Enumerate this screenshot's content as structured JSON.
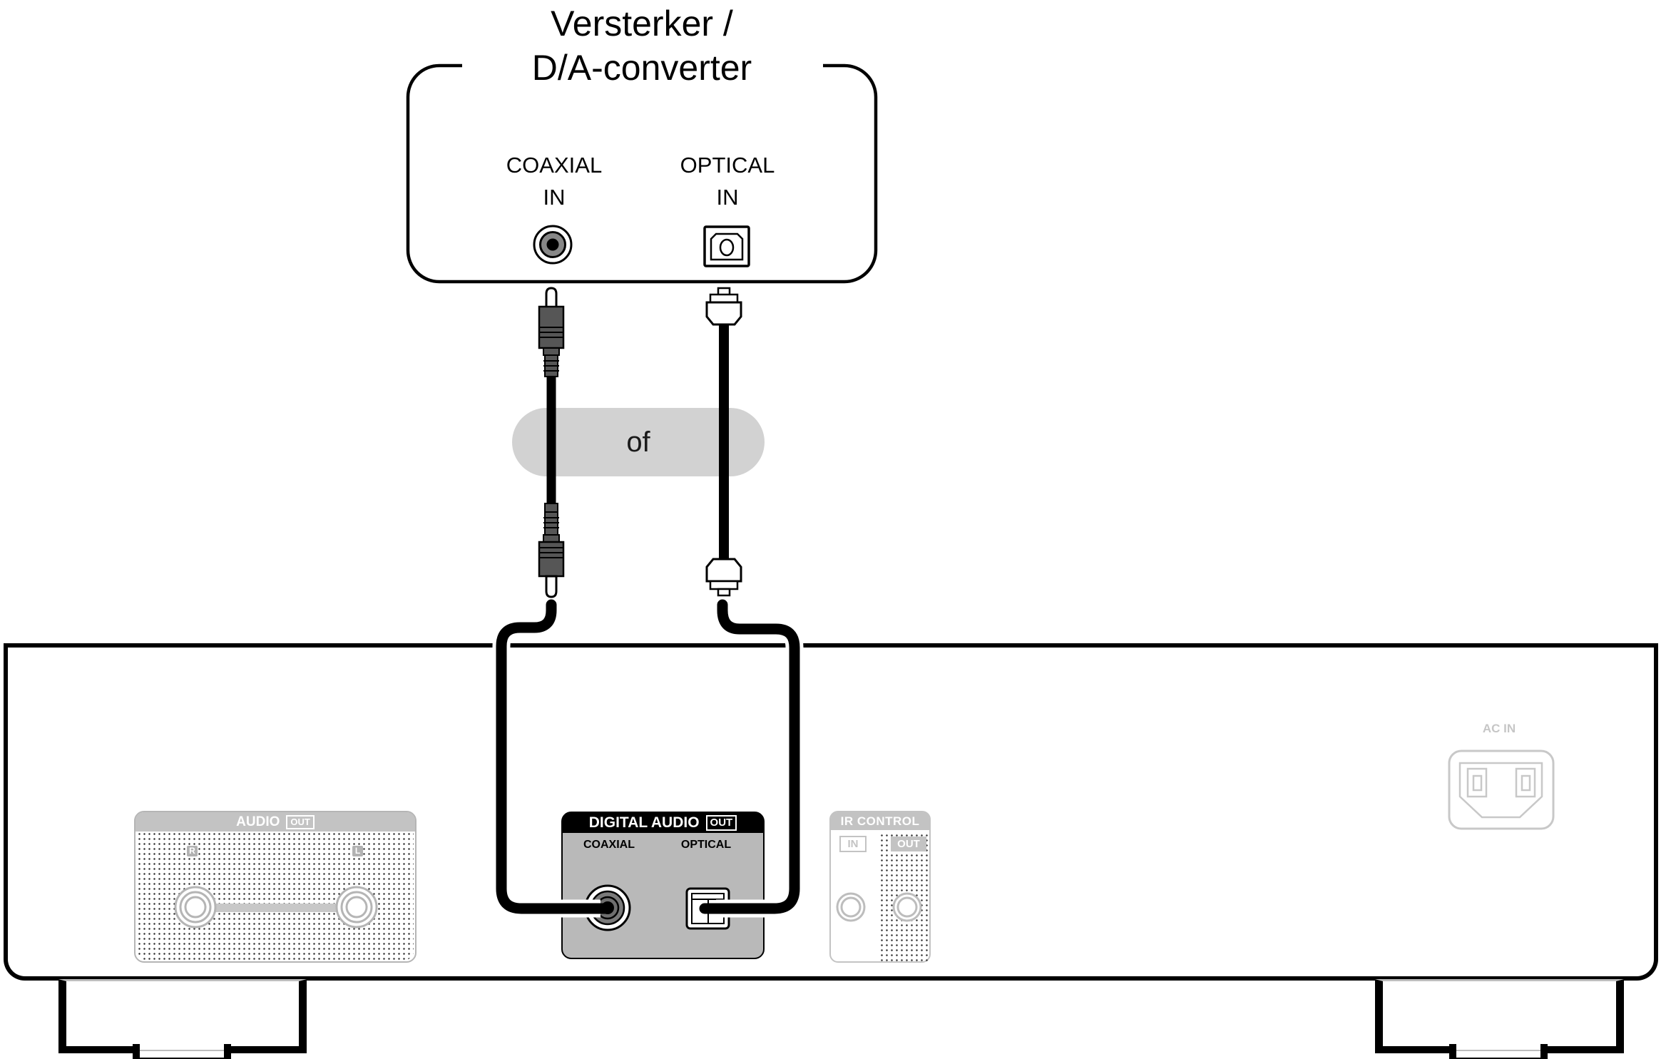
{
  "amplifier": {
    "title_line1": "Versterker /",
    "title_line2": "D/A-converter",
    "coaxial_label": "COAXIAL",
    "coaxial_in_label": "IN",
    "optical_label": "OPTICAL",
    "optical_in_label": "IN"
  },
  "connector_choice": {
    "or_label": "of"
  },
  "player_rear": {
    "audio_out": {
      "title": "AUDIO",
      "out_badge": "OUT",
      "right_channel": "R",
      "left_channel": "L"
    },
    "digital_audio_out": {
      "title": "DIGITAL AUDIO",
      "out_badge": "OUT",
      "coaxial_label": "COAXIAL",
      "optical_label": "OPTICAL"
    },
    "ir_control": {
      "title": "IR CONTROL",
      "in_badge": "IN",
      "out_badge": "OUT"
    },
    "ac_in_label": "AC IN"
  },
  "colors": {
    "digital_panel_gray": "#b9b9b9",
    "band_gray": "#c3c3c3",
    "pill_gray": "#d2d2d2",
    "plug_body_gray": "#565656",
    "faded_stroke_gray": "#c8c8c8",
    "cable_black": "#000000"
  }
}
